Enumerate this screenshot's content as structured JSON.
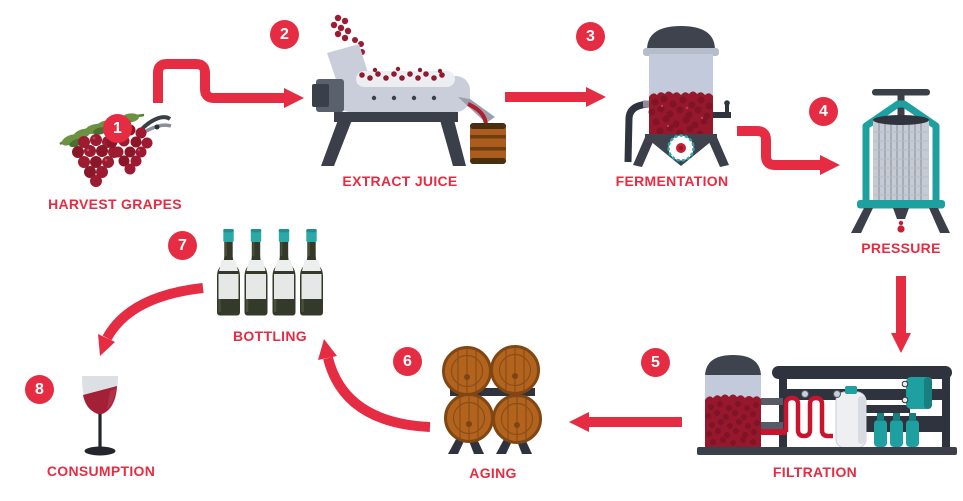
{
  "colors": {
    "accent_red": "#E62C42",
    "wine_dark_red": "#97182C",
    "grape_red": "#9C1B30",
    "leaf_green": "#6B9240",
    "machine_dark": "#3A3F49",
    "machine_light": "#C9CEDA",
    "teal": "#1FA0A0",
    "barrel_brown": "#B2641E",
    "bottle_glass_green": "#333A29",
    "background": "#FFFFFF"
  },
  "steps": [
    {
      "number": "1",
      "label": "HARVEST GRAPES",
      "icon": "grapes-and-shears-icon"
    },
    {
      "number": "2",
      "label": "EXTRACT JUICE",
      "icon": "crusher-machine-icon"
    },
    {
      "number": "3",
      "label": "FERMENTATION",
      "icon": "fermentation-tank-icon"
    },
    {
      "number": "4",
      "label": "PRESSURE",
      "icon": "wine-press-icon"
    },
    {
      "number": "5",
      "label": "FILTRATION",
      "icon": "filtration-machine-icon"
    },
    {
      "number": "6",
      "label": "AGING",
      "icon": "oak-barrels-icon"
    },
    {
      "number": "7",
      "label": "BOTTLING",
      "icon": "wine-bottles-icon"
    },
    {
      "number": "8",
      "label": "CONSUMPTION",
      "icon": "wine-glass-icon"
    }
  ],
  "connections": [
    {
      "from": "1",
      "to": "2"
    },
    {
      "from": "2",
      "to": "3"
    },
    {
      "from": "3",
      "to": "4"
    },
    {
      "from": "4",
      "to": "5"
    },
    {
      "from": "5",
      "to": "6"
    },
    {
      "from": "6",
      "to": "7"
    },
    {
      "from": "7",
      "to": "8"
    }
  ]
}
